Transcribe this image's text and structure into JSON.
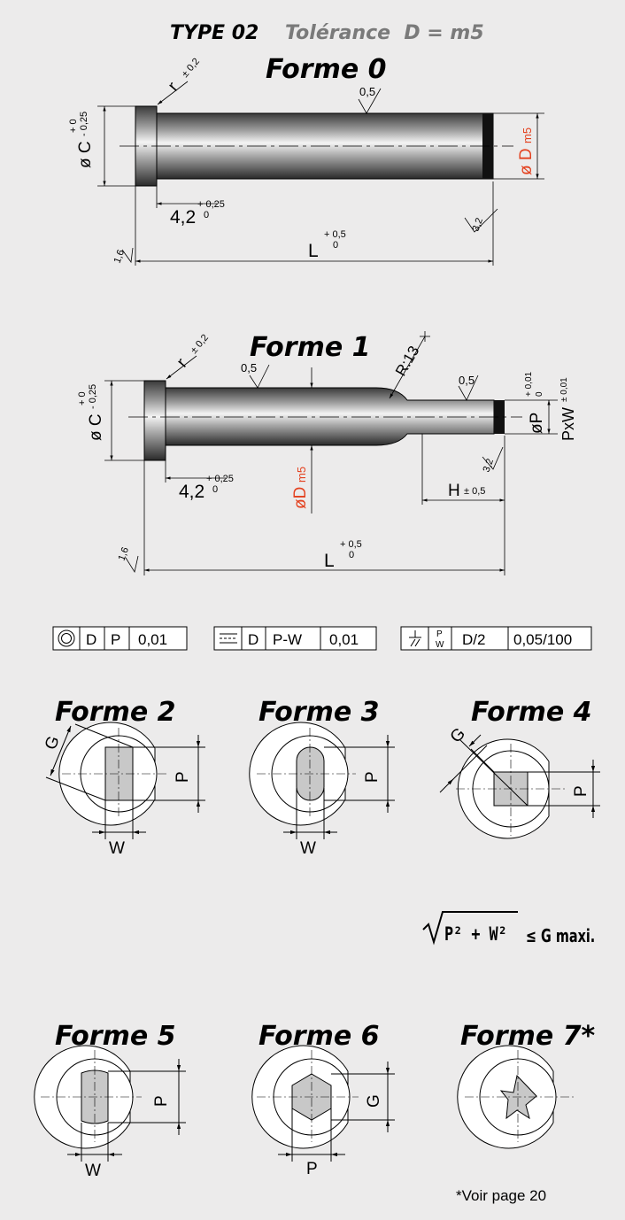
{
  "header": {
    "type": "TYPE 02",
    "tolerance": "Tolérance  D = m5"
  },
  "forme0": {
    "title": "Forme 0",
    "r": "r",
    "r_tol": "± 0,2",
    "rough_top": "0,5",
    "c_label": "ø C",
    "c_tol_up": "+ 0",
    "c_tol_dn": "- 0,25",
    "d_label": "ø D",
    "d_fit": "m5",
    "head": "4,2",
    "head_up": "+ 0,25",
    "head_dn": "0",
    "len": "L",
    "len_up": "+ 0,5",
    "len_dn": "0",
    "rough_left": "1,6",
    "rough_right": "3,2"
  },
  "forme1": {
    "title": "Forme 1",
    "r": "r",
    "r_tol": "± 0,2",
    "rough_a": "0,5",
    "radius": "R:13",
    "rough_b": "0,5",
    "c_label": "ø C",
    "c_tol_up": "+ 0",
    "c_tol_dn": "- 0,25",
    "d_label": "øD",
    "d_fit": "m5",
    "p_label": "øP",
    "p_tol_up": "+ 0,01",
    "p_tol_dn": "0",
    "pw_label": "PxW",
    "pw_tol": "± 0,01",
    "head": "4,2",
    "head_up": "+ 0,25",
    "head_dn": "0",
    "h_label": "H",
    "h_tol": "± 0,5",
    "len": "L",
    "len_up": "+ 0,5",
    "len_dn": "0",
    "rough_left": "1,6",
    "rough_right": "3,2"
  },
  "tolerance_frames": [
    {
      "cells": [
        "D",
        "P",
        "0,01"
      ]
    },
    {
      "cells": [
        "D",
        "P-W",
        "0,01"
      ]
    },
    {
      "cells": [
        "P",
        "W",
        "D/2",
        "0,05/100"
      ]
    }
  ],
  "formes": {
    "f2": {
      "title": "Forme 2",
      "g": "G",
      "p": "P",
      "w": "W"
    },
    "f3": {
      "title": "Forme 3",
      "p": "P",
      "w": "W"
    },
    "f4": {
      "title": "Forme 4",
      "g": "G",
      "p": "P"
    },
    "f5": {
      "title": "Forme 5",
      "p": "P",
      "w": "W"
    },
    "f6": {
      "title": "Forme 6",
      "g": "G",
      "p": "P"
    },
    "f7": {
      "title": "Forme 7*"
    }
  },
  "formula": {
    "expr": "P² + W²",
    "cmp": "≤ G maxi."
  },
  "footnote": "*Voir page 20"
}
